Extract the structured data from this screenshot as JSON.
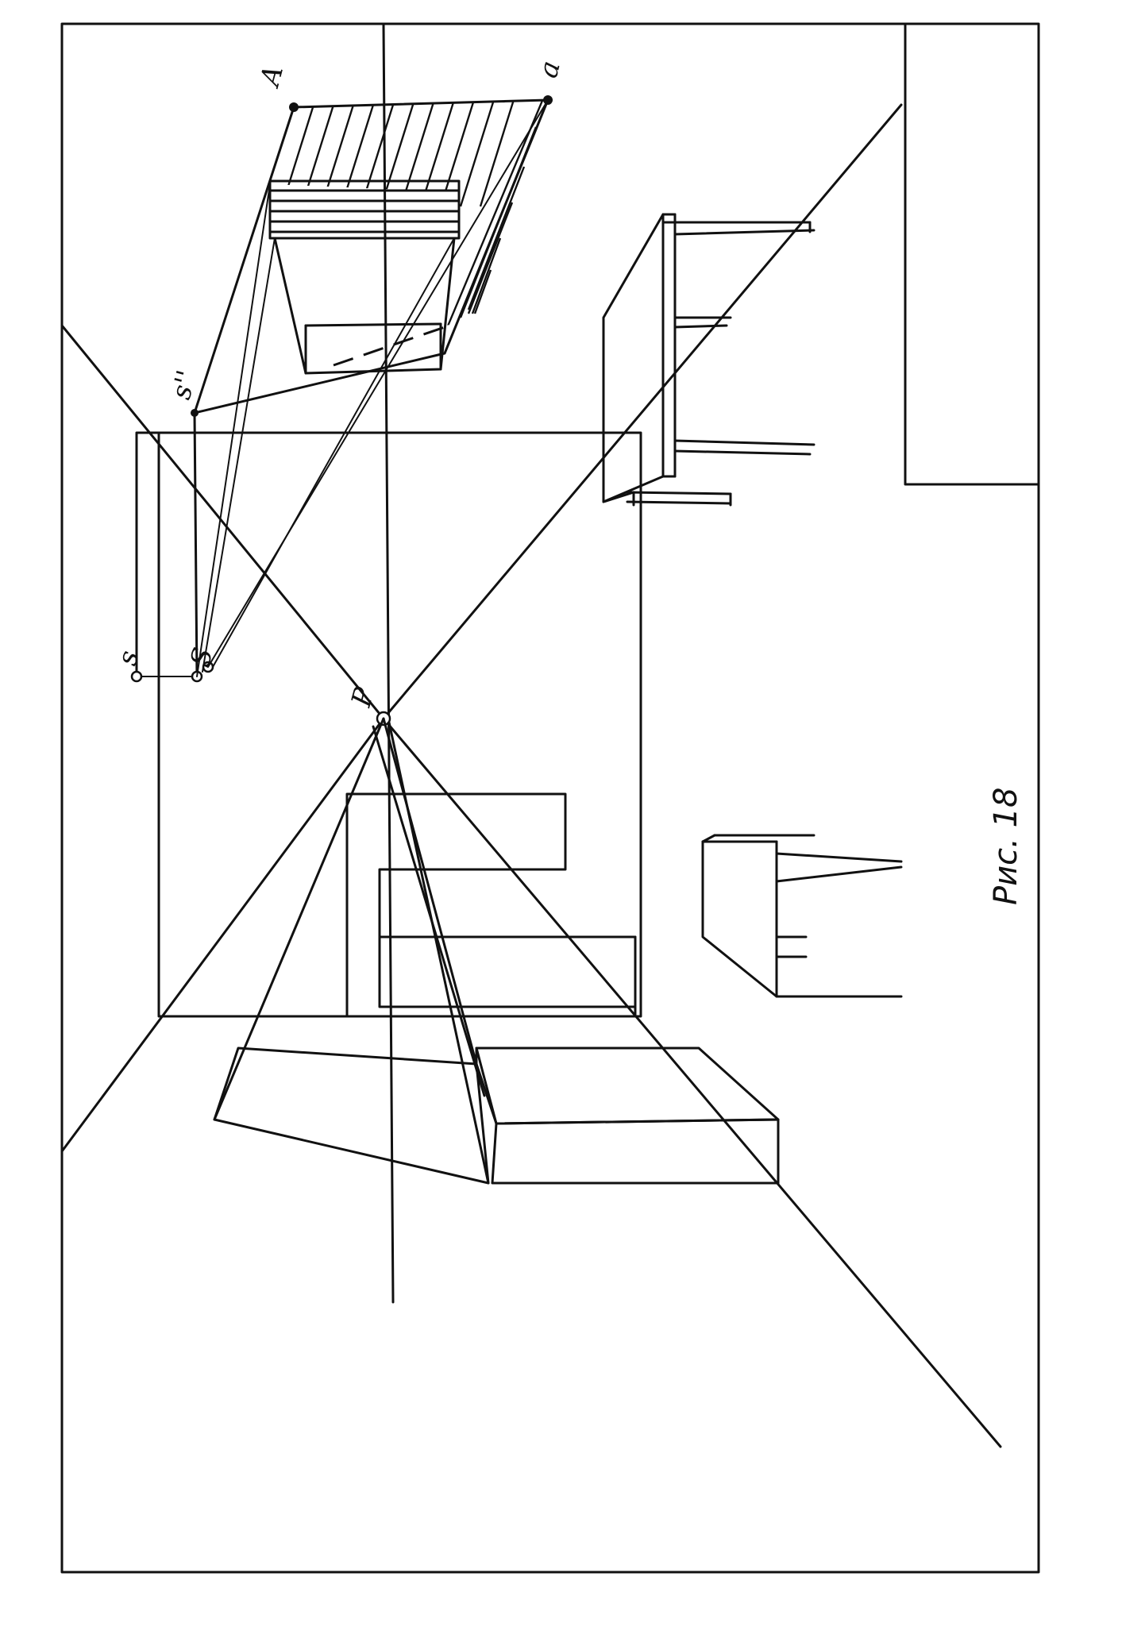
{
  "caption": "Рис. 18",
  "labels": {
    "A": "A",
    "a": "a",
    "s2": "s''",
    "s": "s",
    "S": "S",
    "P": "P"
  },
  "colors": {
    "ink": "#111111",
    "paper": "#ffffff"
  }
}
